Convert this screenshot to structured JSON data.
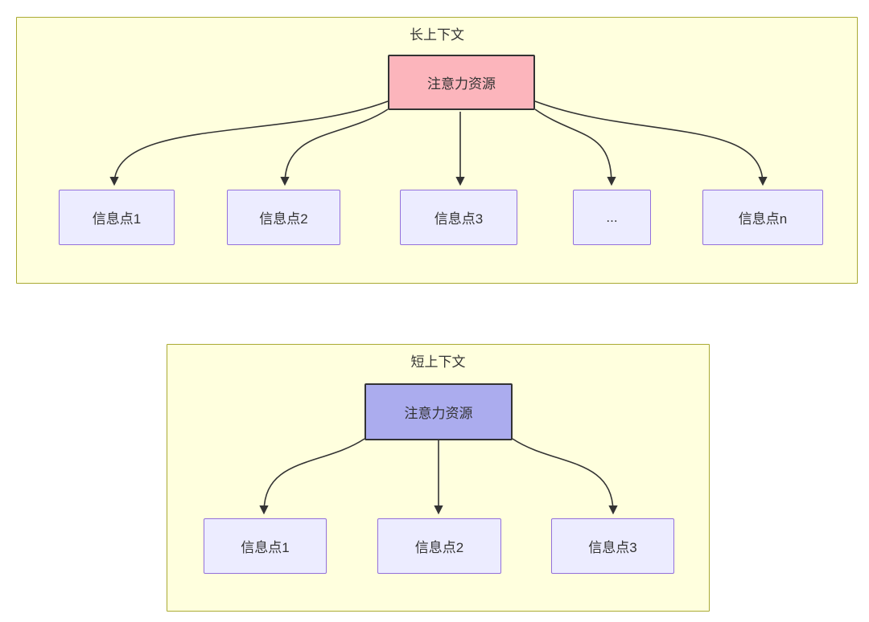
{
  "diagram": {
    "long_context": {
      "title": "长上下文",
      "root": {
        "label": "注意力资源"
      },
      "children": [
        {
          "label": "信息点1"
        },
        {
          "label": "信息点2"
        },
        {
          "label": "信息点3"
        },
        {
          "label": "..."
        },
        {
          "label": "信息点n"
        }
      ]
    },
    "short_context": {
      "title": "短上下文",
      "root": {
        "label": "注意力资源"
      },
      "children": [
        {
          "label": "信息点1"
        },
        {
          "label": "信息点2"
        },
        {
          "label": "信息点3"
        }
      ]
    },
    "colors": {
      "container_fill": "#ffffde",
      "container_border": "#aaaa33",
      "node_fill": "#ececff",
      "node_border": "#9370db",
      "root_long_fill": "#fcb5bc",
      "root_short_fill": "#abacee",
      "root_border": "#333333",
      "arrow": "#333333"
    }
  }
}
